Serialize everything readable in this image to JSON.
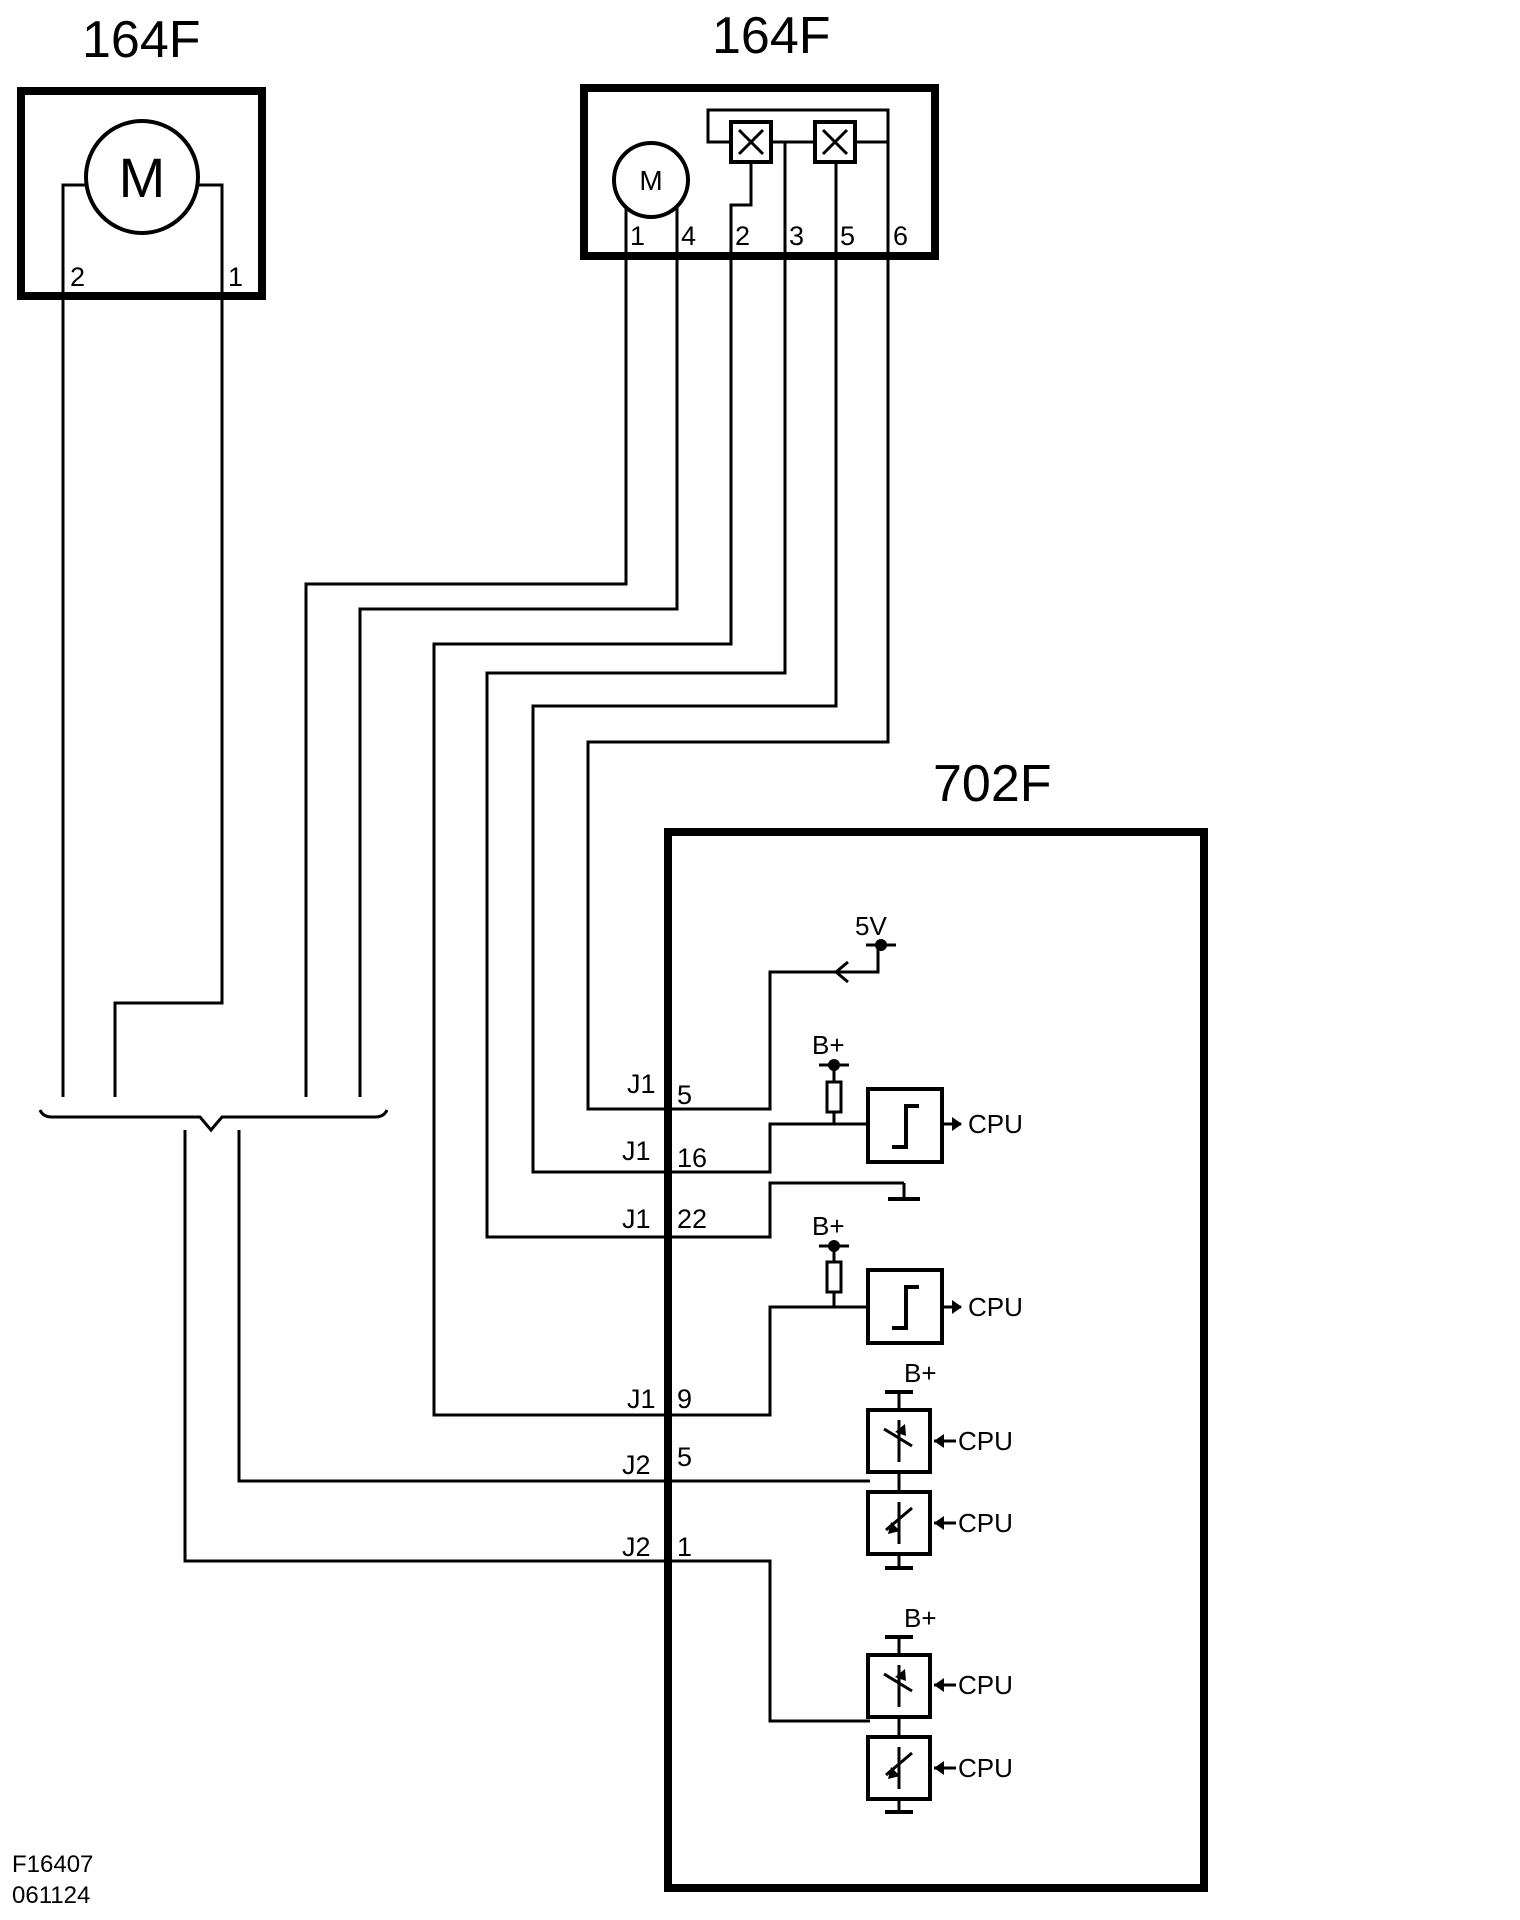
{
  "components": {
    "left_motor": {
      "title": "164F",
      "motor_label": "M",
      "pins": [
        "2",
        "1"
      ]
    },
    "right_motor": {
      "title": "164F",
      "motor_label": "M",
      "pins": [
        "1",
        "4",
        "2",
        "3",
        "5",
        "6"
      ]
    },
    "module": {
      "title": "702F"
    }
  },
  "connector_rows": [
    {
      "connector": "J1",
      "pin": "5"
    },
    {
      "connector": "J1",
      "pin": "16"
    },
    {
      "connector": "J1",
      "pin": "22"
    },
    {
      "connector": "J1",
      "pin": "9"
    },
    {
      "connector": "J2",
      "pin": "5"
    },
    {
      "connector": "J2",
      "pin": "1"
    }
  ],
  "supply_labels": {
    "five_volt": "5V",
    "battery": "B+"
  },
  "cpu_label": "CPU",
  "figure_id": "F16407",
  "figure_date": "061124"
}
